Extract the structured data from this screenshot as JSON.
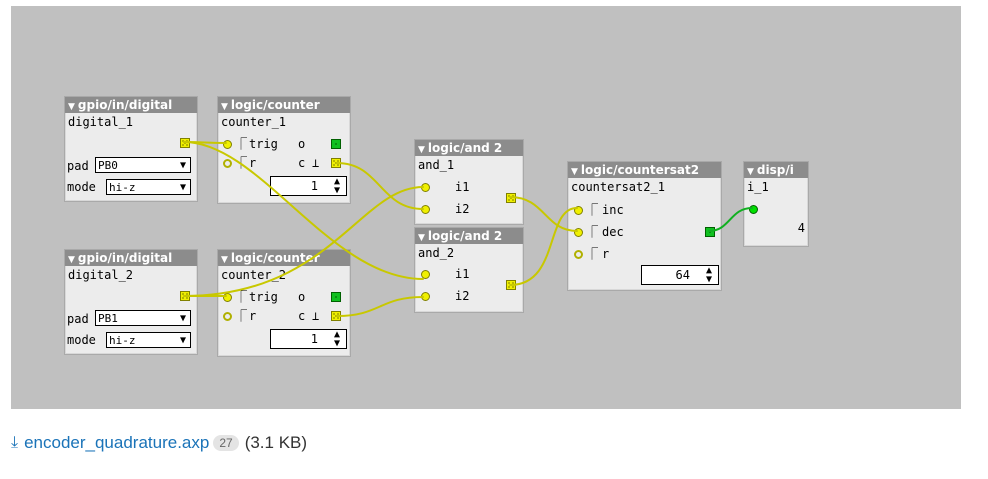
{
  "objects": {
    "gpio1": {
      "type": "gpio/in/digital",
      "name": "digital_1",
      "pad_label": "pad",
      "pad_value": "PB0",
      "mode_label": "mode",
      "mode_value": "hi-z"
    },
    "gpio2": {
      "type": "gpio/in/digital",
      "name": "digital_2",
      "pad_label": "pad",
      "pad_value": "PB1",
      "mode_label": "mode",
      "mode_value": "hi-z"
    },
    "counter1": {
      "type": "logic/counter",
      "name": "counter_1",
      "in_trig": "trig",
      "in_r": "r",
      "out_o": "o",
      "out_c": "c",
      "value": "1"
    },
    "counter2": {
      "type": "logic/counter",
      "name": "counter_2",
      "in_trig": "trig",
      "in_r": "r",
      "out_o": "o",
      "out_c": "c",
      "value": "1"
    },
    "and1": {
      "type": "logic/and 2",
      "name": "and_1",
      "in1": "i1",
      "in2": "i2"
    },
    "and2": {
      "type": "logic/and 2",
      "name": "and_2",
      "in1": "i1",
      "in2": "i2"
    },
    "countersat": {
      "type": "logic/countersat2",
      "name": "countersat2_1",
      "in_inc": "inc",
      "in_dec": "dec",
      "in_r": "r",
      "value": "64"
    },
    "disp": {
      "type": "disp/i",
      "name": "i_1",
      "value": "4"
    }
  },
  "attachment": {
    "icon": "download-icon",
    "filename": "encoder_quadrature.axp",
    "downloads": "27",
    "size": "(3.1 KB)",
    "link_color": "#1a73b8"
  },
  "colors": {
    "canvas": "#c0c0c0",
    "wire_yellow": "#c8c800",
    "wire_green": "#10b020",
    "header": "#8c8c8c"
  }
}
